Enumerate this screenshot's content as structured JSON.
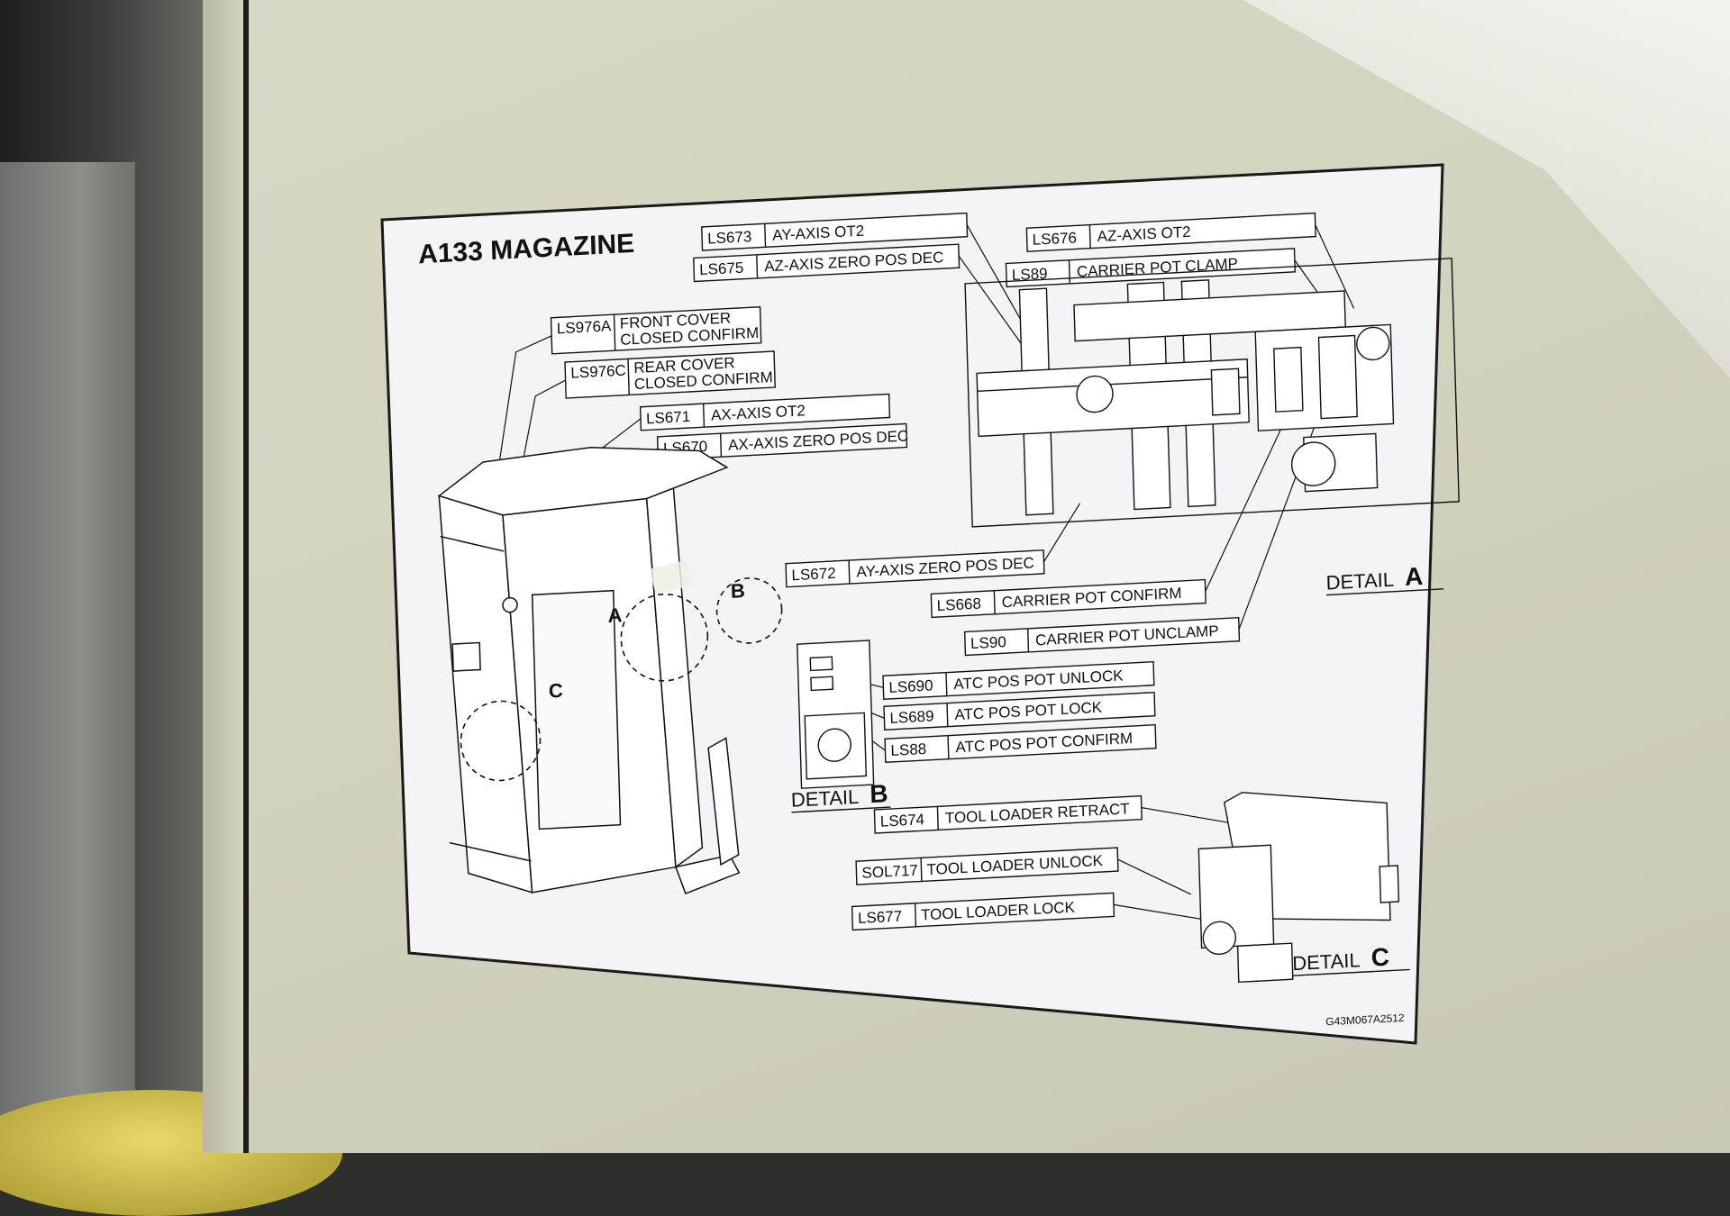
{
  "placard": {
    "title": "A133 MAGAZINE",
    "drawing_code": "G43M067A2512",
    "callouts": [
      "A",
      "B",
      "C"
    ],
    "details": [
      {
        "prefix": "DETAIL",
        "letter": "A"
      },
      {
        "prefix": "DETAIL",
        "letter": "B"
      },
      {
        "prefix": "DETAIL",
        "letter": "C"
      }
    ],
    "labels": [
      {
        "code": "LS673",
        "text": "AY-AXIS OT2"
      },
      {
        "code": "LS675",
        "text": "AZ-AXIS ZERO POS DEC"
      },
      {
        "code": "LS676",
        "text": "AZ-AXIS OT2"
      },
      {
        "code": "LS89",
        "text": "CARRIER POT CLAMP"
      },
      {
        "code": "LS976A",
        "text": "FRONT COVER",
        "text2": "CLOSED CONFIRM"
      },
      {
        "code": "LS976C",
        "text": "REAR COVER",
        "text2": "CLOSED CONFIRM"
      },
      {
        "code": "LS671",
        "text": "AX-AXIS OT2"
      },
      {
        "code": "LS670",
        "text": "AX-AXIS ZERO POS DEC"
      },
      {
        "code": "LS672",
        "text": "AY-AXIS ZERO POS DEC"
      },
      {
        "code": "LS668",
        "text": "CARRIER POT CONFIRM"
      },
      {
        "code": "LS90",
        "text": "CARRIER POT UNCLAMP"
      },
      {
        "code": "LS690",
        "text": "ATC POS POT UNLOCK"
      },
      {
        "code": "LS689",
        "text": "ATC POS POT LOCK"
      },
      {
        "code": "LS88",
        "text": "ATC POS POT CONFIRM"
      },
      {
        "code": "LS674",
        "text": "TOOL LOADER RETRACT"
      },
      {
        "code": "SOL717",
        "text": "TOOL LOADER UNLOCK"
      },
      {
        "code": "LS677",
        "text": "TOOL LOADER LOCK"
      }
    ]
  }
}
